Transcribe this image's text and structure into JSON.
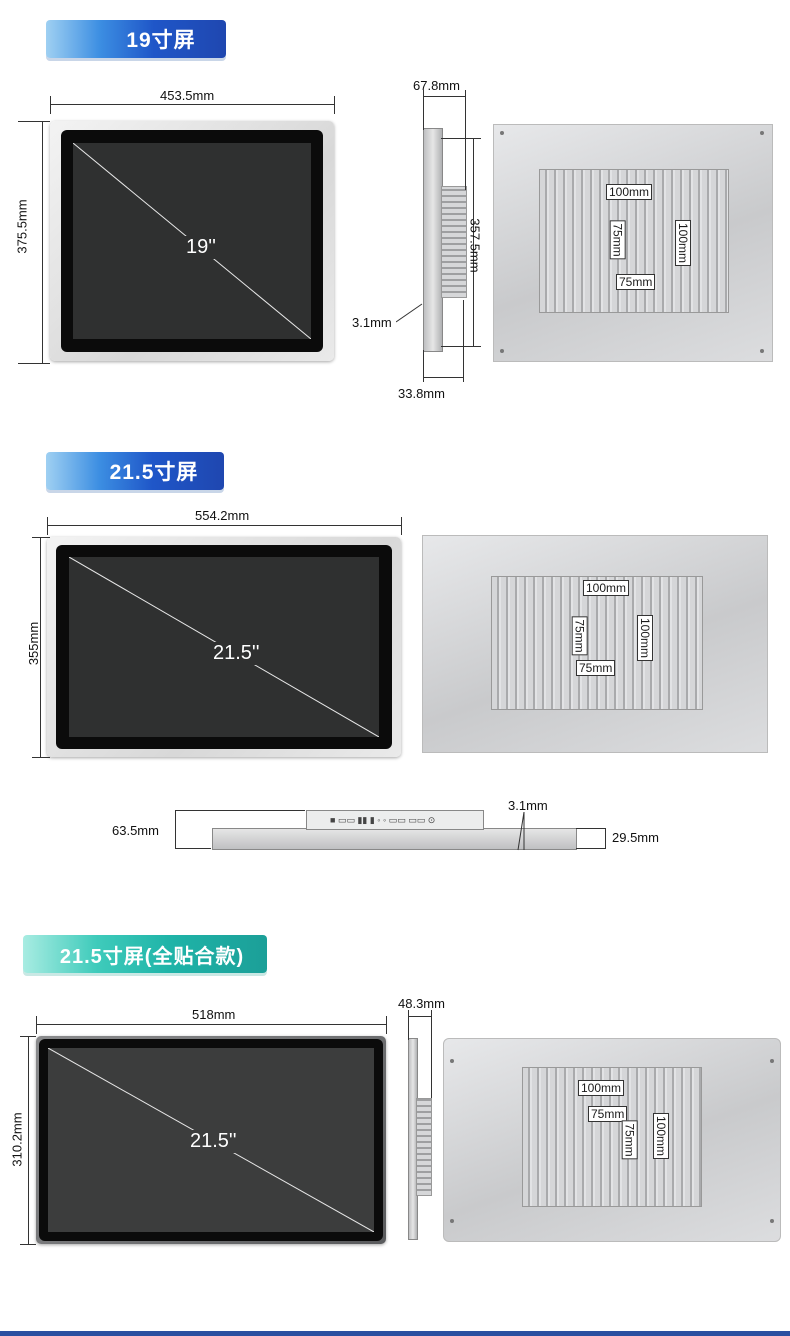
{
  "sections": [
    {
      "badge": "19寸屏",
      "badge_color": "#1f56c8",
      "screen_label": "19''",
      "width": "453.5mm",
      "height": "375.5mm",
      "depth": "67.8mm",
      "back_height": "357.5mm",
      "bezel": "3.1mm",
      "base_depth": "33.8mm",
      "vesa_h": "100mm",
      "vesa_v": "100mm",
      "vesa_small_h": "75mm",
      "vesa_small_v": "75mm"
    },
    {
      "badge": "21.5寸屏",
      "badge_color": "#1f56c8",
      "screen_label": "21.5''",
      "width": "554.2mm",
      "height": "355mm",
      "depth": "63.5mm",
      "bezel": "3.1mm",
      "base_depth": "29.5mm",
      "vesa_h": "100mm",
      "vesa_v": "100mm",
      "vesa_small_h": "75mm",
      "vesa_small_v": "75mm"
    },
    {
      "badge": "21.5寸屏(全贴合款)",
      "badge_color": "#1fb4a8",
      "screen_label": "21.5''",
      "width": "518mm",
      "height": "310.2mm",
      "depth": "48.3mm",
      "vesa_h": "100mm",
      "vesa_v": "100mm",
      "vesa_small_h": "75mm",
      "vesa_small_v": "75mm"
    }
  ],
  "colors": {
    "blue_badge": "#1f56c8",
    "teal_badge": "#1fb4a8",
    "footer_bar": "#2b4fa0"
  }
}
